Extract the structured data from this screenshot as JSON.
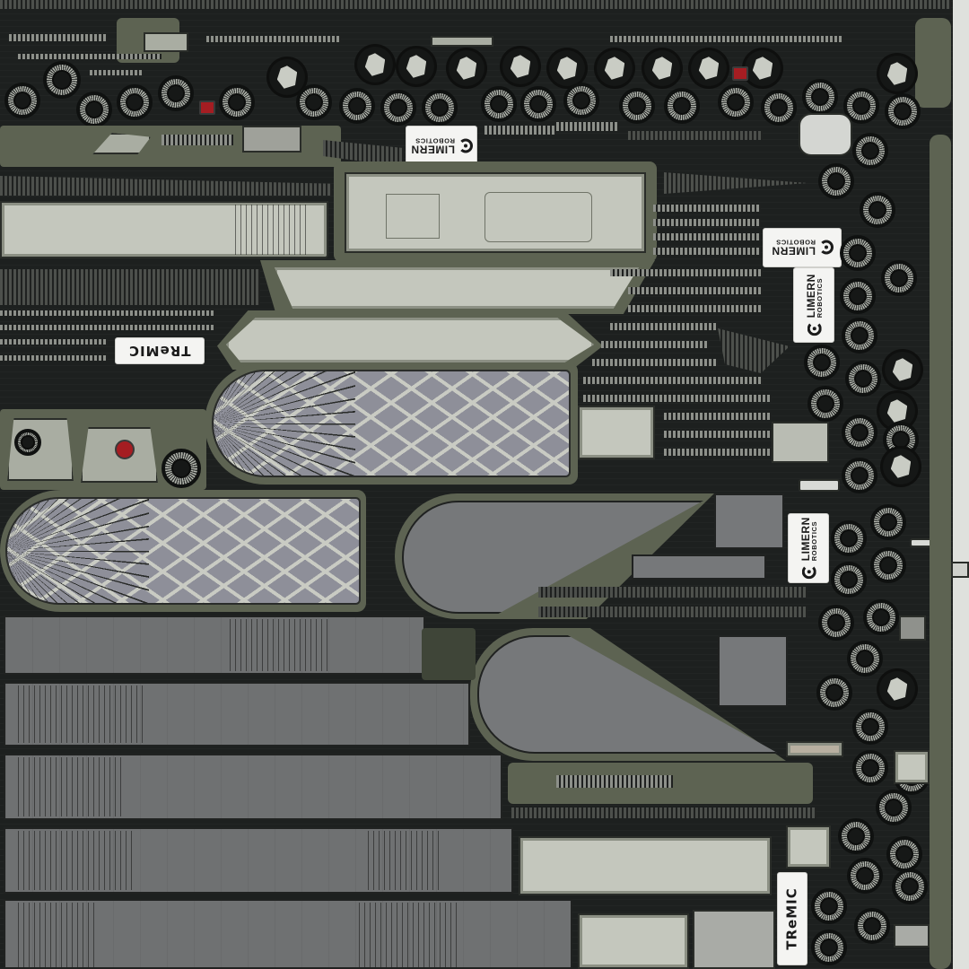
{
  "brands": {
    "limern_line1": "LIMERN",
    "limern_line2": "ROBOTICS",
    "tremic": "TReMIC"
  },
  "icons": {
    "limern_logo": "swirl-icon",
    "vent": "circular-vent-icon",
    "hex_bolt": "hex-bolt-icon"
  },
  "colors": {
    "background": "#1d201f",
    "olive_trim": "#5d6352",
    "light_panel": "#c4c7bd",
    "gray_panel": "#6f7172",
    "lattice": "#8e8f99",
    "accent_red": "#a51d22",
    "decal": "#f4f4f2"
  }
}
